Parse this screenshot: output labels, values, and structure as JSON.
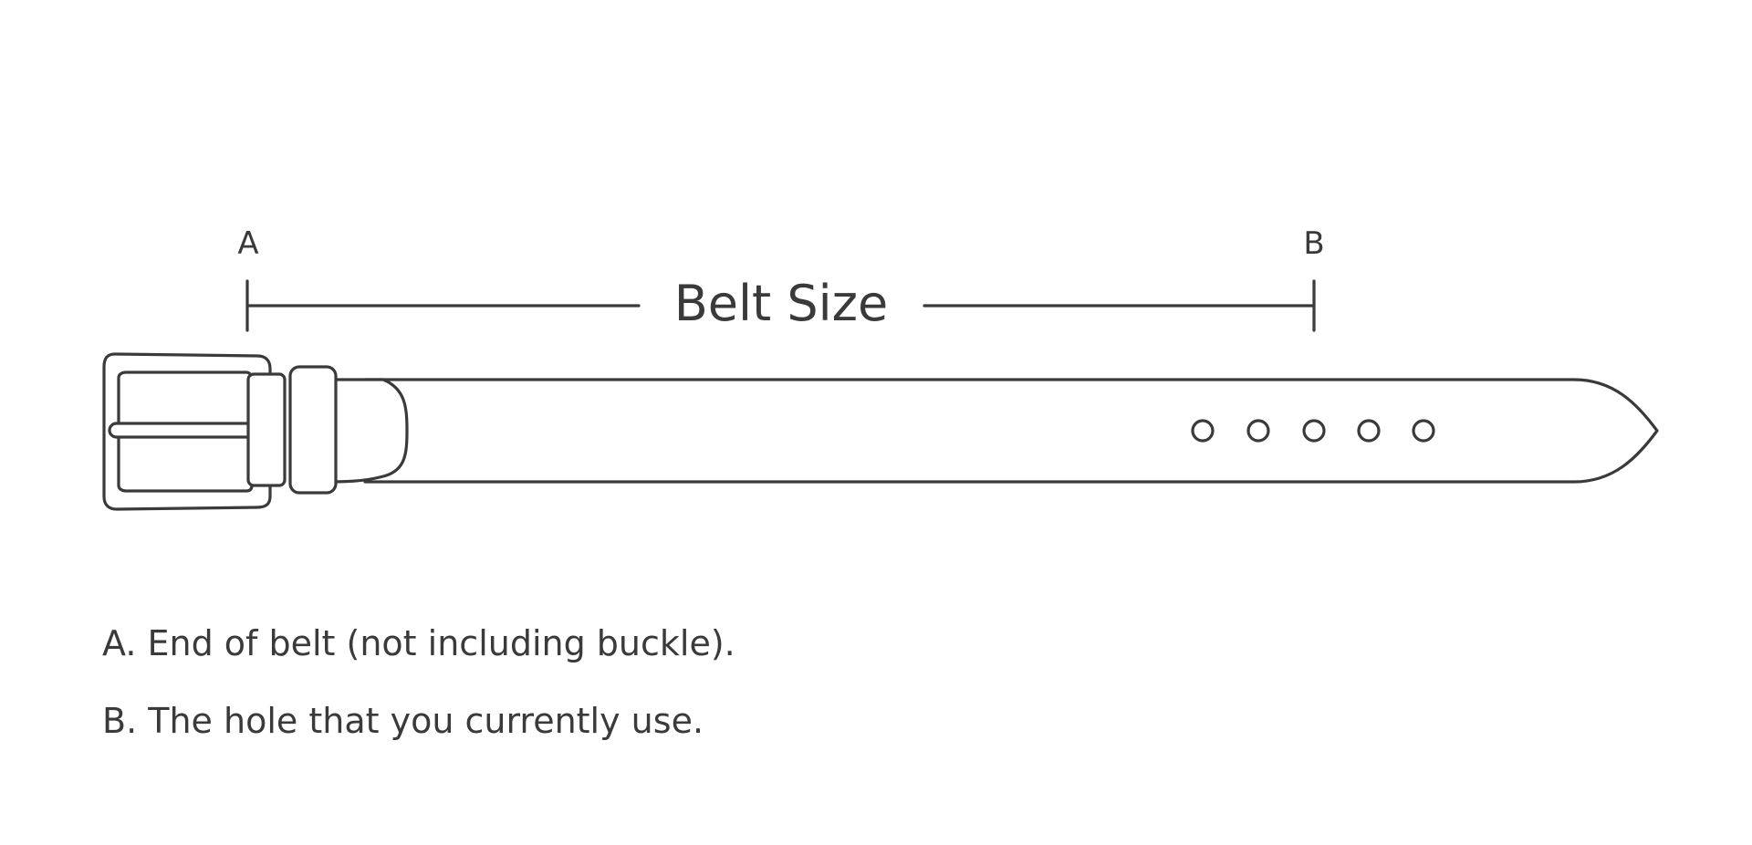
{
  "diagram": {
    "marker_start": "A",
    "marker_end": "B",
    "measure_label": "Belt Size",
    "hole_count": 5
  },
  "legend": {
    "item_a": "A. End of belt (not including buckle).",
    "item_b": "B. The hole that you currently use."
  },
  "colors": {
    "line": "#3a3a3a",
    "background": "#ffffff"
  }
}
